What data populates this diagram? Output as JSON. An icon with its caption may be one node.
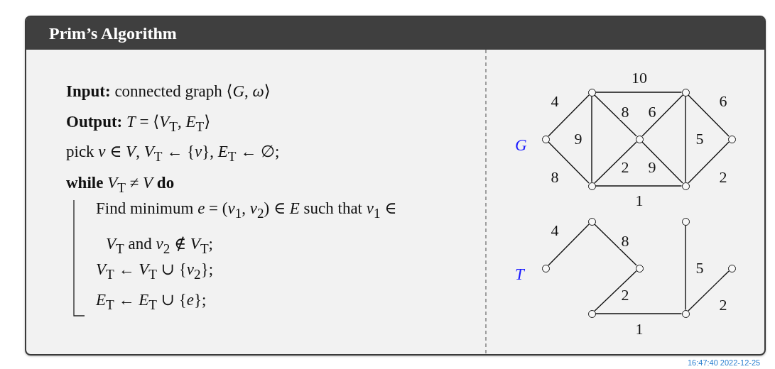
{
  "diagram": {
    "nodes": [
      {
        "text": [
          "Prim’s Algorithm"
        ]
      },
      {
        "text": [],
        "shape": "circle",
        "in": 0
      },
      {
        "text": [],
        "shape": "circle",
        "in": 0
      },
      {
        "text": [],
        "shape": "circle",
        "in": 0
      },
      {
        "text": [],
        "shape": "circle",
        "in": 0
      },
      {
        "text": [],
        "shape": "circle",
        "in": 0
      },
      {
        "text": [],
        "shape": "circle",
        "in": 0
      },
      {
        "text": [],
        "shape": "circle",
        "in": 0
      },
      {
        "text": [],
        "shape": "circle",
        "in": 0
      },
      {
        "text": [],
        "shape": "circle",
        "in": 0
      },
      {
        "text": [],
        "shape": "circle",
        "in": 0
      },
      {
        "text": [],
        "shape": "circle",
        "in": 0
      },
      {
        "text": [],
        "shape": "circle",
        "in": 0
      },
      {
        "text": [],
        "shape": "circle",
        "in": 0
      },
      {
        "text": [],
        "shape": "circle",
        "in": 0
      }
    ],
    "edges": [
      {
        "from": 1,
        "to": 2,
        "arrow": "none",
        "label": "4"
      },
      {
        "from": 1,
        "to": 3,
        "arrow": "none",
        "label": "8"
      },
      {
        "from": 2,
        "to": 3,
        "arrow": "none",
        "label": "9"
      },
      {
        "from": 2,
        "to": 5,
        "arrow": "none",
        "label": "10"
      },
      {
        "from": 2,
        "to": 4,
        "arrow": "none",
        "label": "8"
      },
      {
        "from": 5,
        "to": 4,
        "arrow": "none",
        "label": "6"
      },
      {
        "from": 5,
        "to": 6,
        "arrow": "none",
        "label": "5"
      },
      {
        "from": 5,
        "to": 7,
        "arrow": "none",
        "label": "6"
      },
      {
        "from": 7,
        "to": 6,
        "arrow": "none",
        "label": "2"
      },
      {
        "from": 4,
        "to": 3,
        "arrow": "none",
        "label": "2"
      },
      {
        "from": 4,
        "to": 6,
        "arrow": "none",
        "label": "9"
      },
      {
        "from": 3,
        "to": 6,
        "arrow": "none",
        "label": "1"
      },
      {
        "from": 8,
        "to": 9,
        "arrow": "none",
        "label": "4"
      },
      {
        "from": 9,
        "to": 11,
        "arrow": "none",
        "label": "8"
      },
      {
        "from": 11,
        "to": 10,
        "arrow": "none",
        "label": "2"
      },
      {
        "from": 10,
        "to": 13,
        "arrow": "none",
        "label": "1"
      },
      {
        "from": 13,
        "to": 12,
        "arrow": "none",
        "label": "5"
      },
      {
        "from": 13,
        "to": 14,
        "arrow": "none",
        "label": "2"
      }
    ],
    "labels": [
      "**Input:** connected graph ⟨*G*, *ω*⟩",
      "**Output:** *T* = ⟨*V*$_{T}$, *E*$_{T}$⟩",
      "pick *v* ∈ *V*, *V*$_{T}$ ← {*v*}, *E*$_{T}$ ← ∅;",
      "**while** *V*$_{T}$ ≠ *V* **do**",
      "Find minimum *e* = (*v*$_{1}$, *v*$_{2}$) ∈ *E* such that *v*$_{1}$ ∈ *V*$_{T}$ and *v*$_{2}$ ∉ *V*$_{T}$;",
      "*V*$_{T}$ ← *V*$_{T}$ ∪ {*v*$_{2}$};",
      "*E*$_{T}$ ← *E*$_{T}$ ∪ {*e*};",
      "G",
      "T",
      "16:47:40 2022-12-25"
    ]
  }
}
